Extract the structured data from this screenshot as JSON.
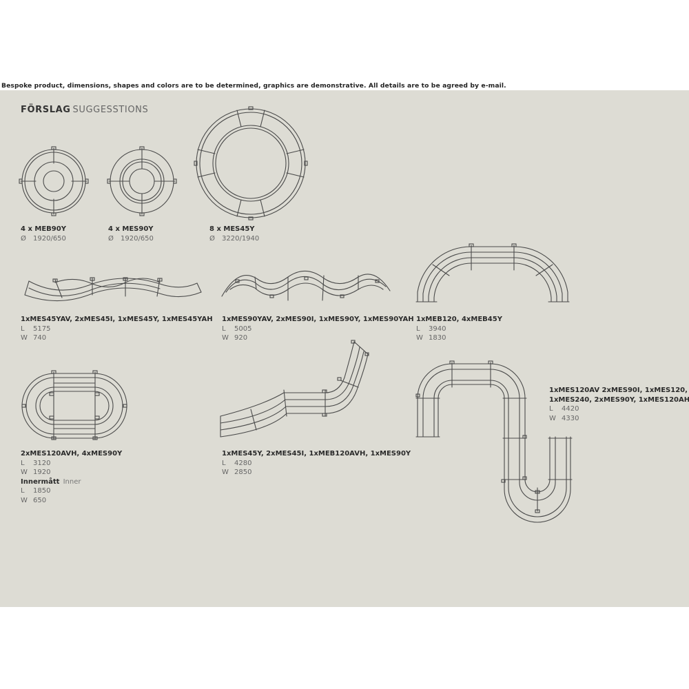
{
  "disclaimer": "Bespoke product, dimensions, shapes and colors are to be determined, graphics are demonstrative. All details are to be agreed by e-mail.",
  "heading": {
    "main": "FÖRSLAG",
    "sub": "SUGGESSTIONS"
  },
  "colors": {
    "panel": "#dddcd4",
    "line": "#4a4a4a",
    "text": "#333333"
  },
  "items": [
    {
      "title": "4 x MEB90Y",
      "rows": [
        {
          "k": "Ø",
          "v": "1920/650"
        }
      ]
    },
    {
      "title": "4 x MES90Y",
      "rows": [
        {
          "k": "Ø",
          "v": "1920/650"
        }
      ]
    },
    {
      "title": "8 x MES45Y",
      "rows": [
        {
          "k": "Ø",
          "v": "3220/1940"
        }
      ]
    },
    {
      "title": "1xMES45YAV, 2xMES45I, 1xMES45Y, 1xMES45YAH",
      "rows": [
        {
          "k": "L",
          "v": "5175"
        },
        {
          "k": "W",
          "v": "740"
        }
      ]
    },
    {
      "title": "1xMES90YAV, 2xMES90I, 1xMES90Y, 1xMES90YAH",
      "rows": [
        {
          "k": "L",
          "v": "5005"
        },
        {
          "k": "W",
          "v": "920"
        }
      ]
    },
    {
      "title": "1xMEB120, 4xMEB45Y",
      "rows": [
        {
          "k": "L",
          "v": "3940"
        },
        {
          "k": "W",
          "v": "1830"
        }
      ]
    },
    {
      "title": "2xMES120AVH, 4xMES90Y",
      "rows": [
        {
          "k": "L",
          "v": "3120"
        },
        {
          "k": "W",
          "v": "1920"
        }
      ],
      "inner": {
        "title": "Innermått",
        "sub": "Inner",
        "rows": [
          {
            "k": "L",
            "v": "1850"
          },
          {
            "k": "W",
            "v": "650"
          }
        ]
      }
    },
    {
      "title": "1xMES45Y, 2xMES45I, 1xMEB120AVH, 1xMES90Y",
      "rows": [
        {
          "k": "L",
          "v": "4280"
        },
        {
          "k": "W",
          "v": "2850"
        }
      ]
    },
    {
      "title": "1xMES120AV 2xMES90I, 1xMES120,",
      "title2": "1xMES240, 2xMES90Y, 1xMES120AH",
      "rows": [
        {
          "k": "L",
          "v": "4420"
        },
        {
          "k": "W",
          "v": "4330"
        }
      ]
    }
  ]
}
